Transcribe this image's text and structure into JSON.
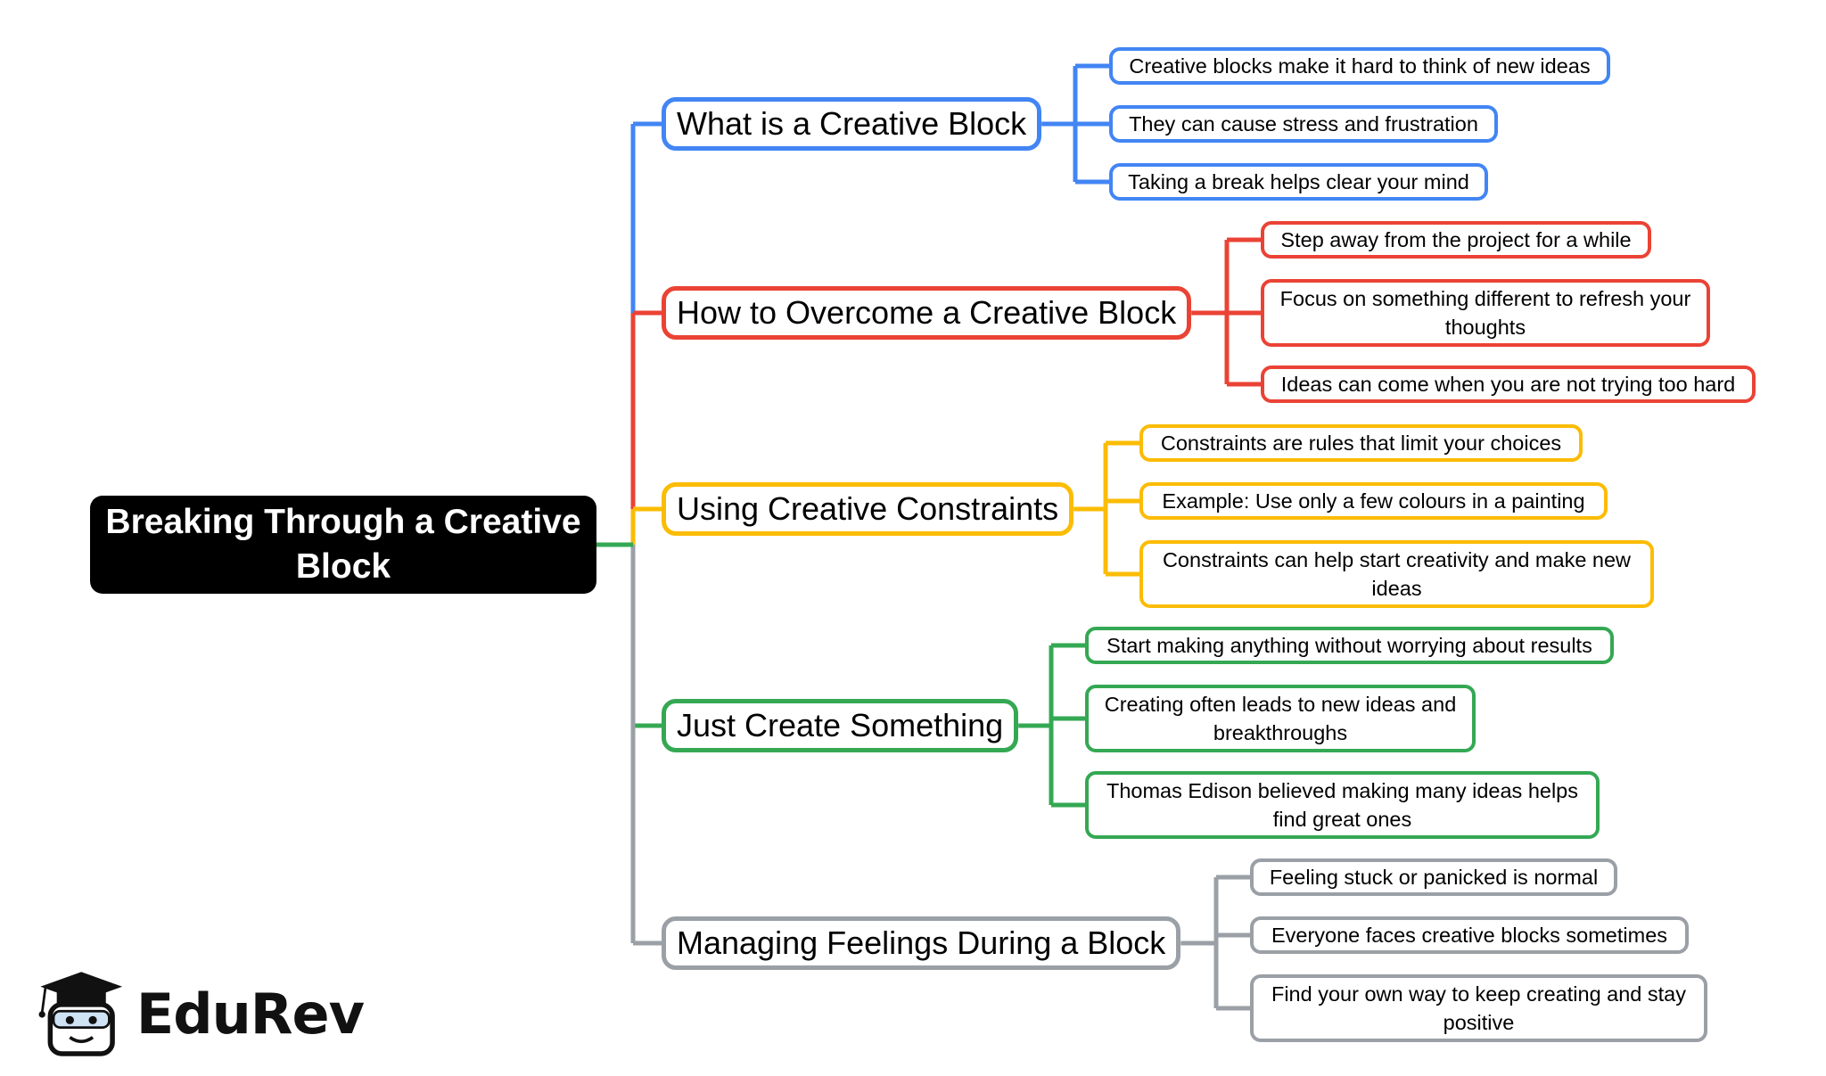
{
  "root": {
    "label": "Breaking Through a Creative Block"
  },
  "colors": {
    "blue": "#4285f4",
    "red": "#ea4335",
    "yellow": "#fbbc04",
    "green": "#34a853",
    "gray": "#9aa0a6",
    "root": "#000000"
  },
  "branches": [
    {
      "label": "What is a Creative Block",
      "color": "#4285f4",
      "leaves": [
        "Creative blocks make it hard to think of new ideas",
        "They can cause stress and frustration",
        "Taking a break helps clear your mind"
      ]
    },
    {
      "label": "How to Overcome a Creative Block",
      "color": "#ea4335",
      "leaves": [
        "Step away from the project for a while",
        "Focus on something different to refresh your thoughts",
        "Ideas can come when you are not trying too hard"
      ]
    },
    {
      "label": "Using Creative Constraints",
      "color": "#fbbc04",
      "leaves": [
        "Constraints are rules that limit your choices",
        "Example: Use only a few colours in a painting",
        "Constraints can help start creativity and make new ideas"
      ]
    },
    {
      "label": "Just Create Something",
      "color": "#34a853",
      "leaves": [
        "Start making anything without worrying about results",
        "Creating often leads to new ideas and breakthroughs",
        "Thomas Edison believed making many ideas helps find great ones"
      ]
    },
    {
      "label": "Managing Feelings During a Block",
      "color": "#9aa0a6",
      "leaves": [
        "Feeling stuck or panicked is normal",
        "Everyone faces creative blocks sometimes",
        "Find your own way to keep creating and stay positive"
      ]
    }
  ],
  "logo": {
    "text": "EduRev",
    "icon": "graduation-cap-mascot-icon"
  }
}
